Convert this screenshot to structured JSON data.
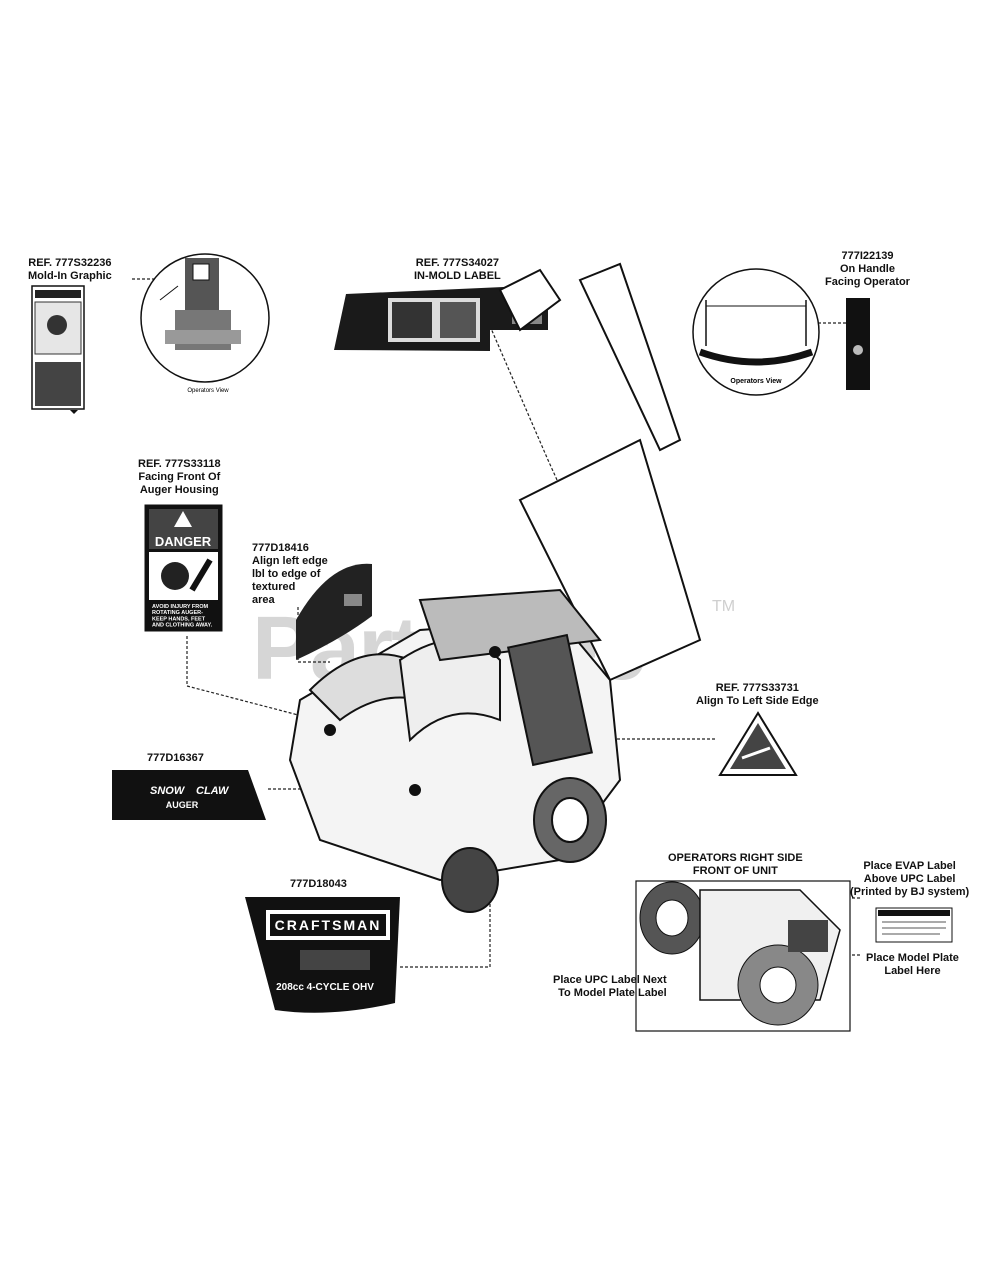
{
  "watermark": {
    "text": "PartsTree",
    "trademark": "TM"
  },
  "callouts": {
    "mold_in": {
      "ref": "REF. 777S32236",
      "desc": "Mold-In Graphic"
    },
    "in_mold": {
      "ref": "REF. 777S34027",
      "desc": "IN-MOLD LABEL"
    },
    "handle": {
      "ref": "777I22139",
      "line1": "On Handle",
      "line2": "Facing Operator"
    },
    "auger_front": {
      "ref": "REF. 777S33118",
      "line1": "Facing Front Of",
      "line2": "Auger Housing"
    },
    "align_left": {
      "ref": "777D18416",
      "line1": "Align left edge",
      "line2": "lbl to edge of",
      "line3": "textured",
      "line4": "area"
    },
    "left_side": {
      "ref": "REF. 777S33731",
      "desc": "Align To Left Side Edge"
    },
    "snow_claw": {
      "ref": "777D16367"
    },
    "engine": {
      "ref": "777D18043"
    },
    "right_side": {
      "line1": "OPERATORS RIGHT SIDE",
      "line2": "FRONT OF UNIT"
    },
    "evap": {
      "line1": "Place EVAP Label",
      "line2": "Above UPC Label",
      "line3": "(Printed by BJ system)"
    },
    "model_plate": {
      "line1": "Place Model Plate",
      "line2": "Label Here"
    },
    "upc": {
      "line1": "Place UPC Label Next",
      "line2": "To Model Plate Label"
    }
  },
  "decals": {
    "danger_title": "DANGER",
    "danger_text": [
      "AVOID INJURY FROM",
      "ROTATING AUGER-",
      "KEEP HANDS, FEET",
      "AND CLOTHING AWAY."
    ],
    "snow_claw_text": [
      "SNOW",
      "CLAW",
      "AUGER"
    ],
    "brand": "CRAFTSMAN",
    "engine_text": "208cc 4-CYCLE OHV",
    "operators_view": "Operators View",
    "operators_view_small": "Operators View"
  }
}
